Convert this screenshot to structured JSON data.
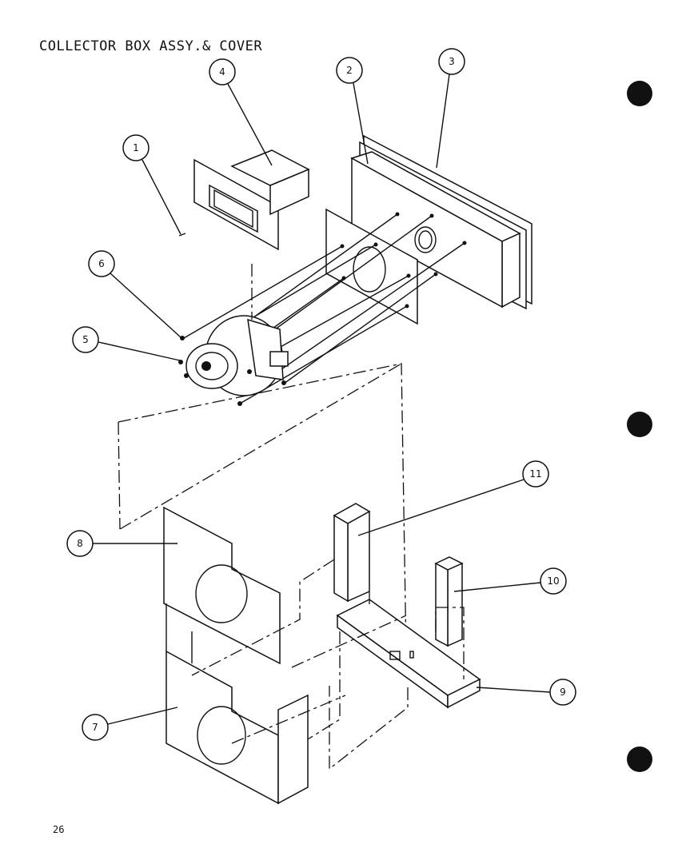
{
  "title": "COLLECTOR BOX ASSY.& COVER",
  "page_number": "26",
  "callouts": [
    "1",
    "2",
    "3",
    "4",
    "5",
    "6",
    "7",
    "8",
    "9",
    "10",
    "11"
  ]
}
